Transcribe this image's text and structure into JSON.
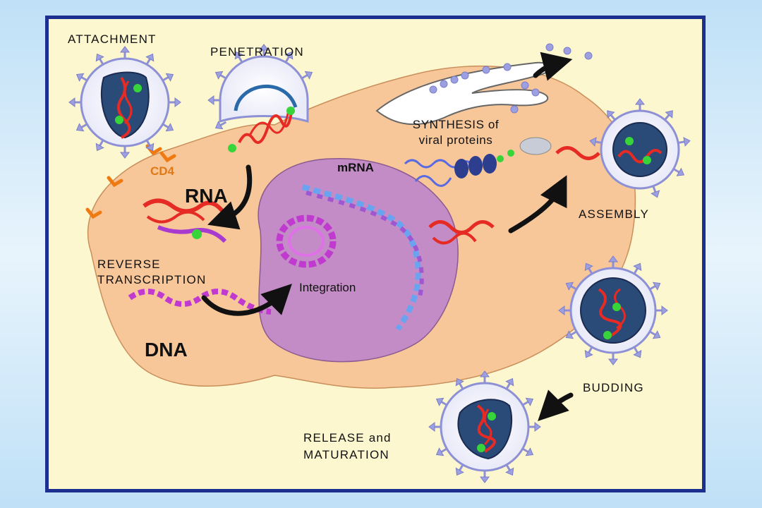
{
  "labels": {
    "attachment": "ATTACHMENT",
    "penetration": "PENETRATION",
    "cd4": "CD4",
    "rna": "RNA",
    "reverse": "REVERSE",
    "transcription": "TRANSCRIPTION",
    "dna": "DNA",
    "mrna": "mRNA",
    "integration": "Integration",
    "synthesis_line1": "SYNTHESIS of",
    "synthesis_line2": "viral proteins",
    "assembly": "ASSEMBLY",
    "budding": "BUDDING",
    "release_line1": "RELEASE and",
    "release_line2": "MATURATION"
  },
  "colors": {
    "frame": "#1d2f8f",
    "panel": "#fdf7cf",
    "cell": "#f7c79a",
    "nucleus": "#c48cc6",
    "virion_shell": "#b7b9e8",
    "virion_core": "#2a4a78",
    "rna": "#e62a24",
    "dna": "#c03ad0",
    "protein_dot": "#37d43a",
    "cd4_receptor": "#f07a12",
    "arrow": "#111111"
  },
  "icons": [
    "hiv-virion",
    "cd4-receptor",
    "rna-strand",
    "dna-helix",
    "ribosome",
    "endoplasmic-reticulum",
    "curved-arrow"
  ]
}
